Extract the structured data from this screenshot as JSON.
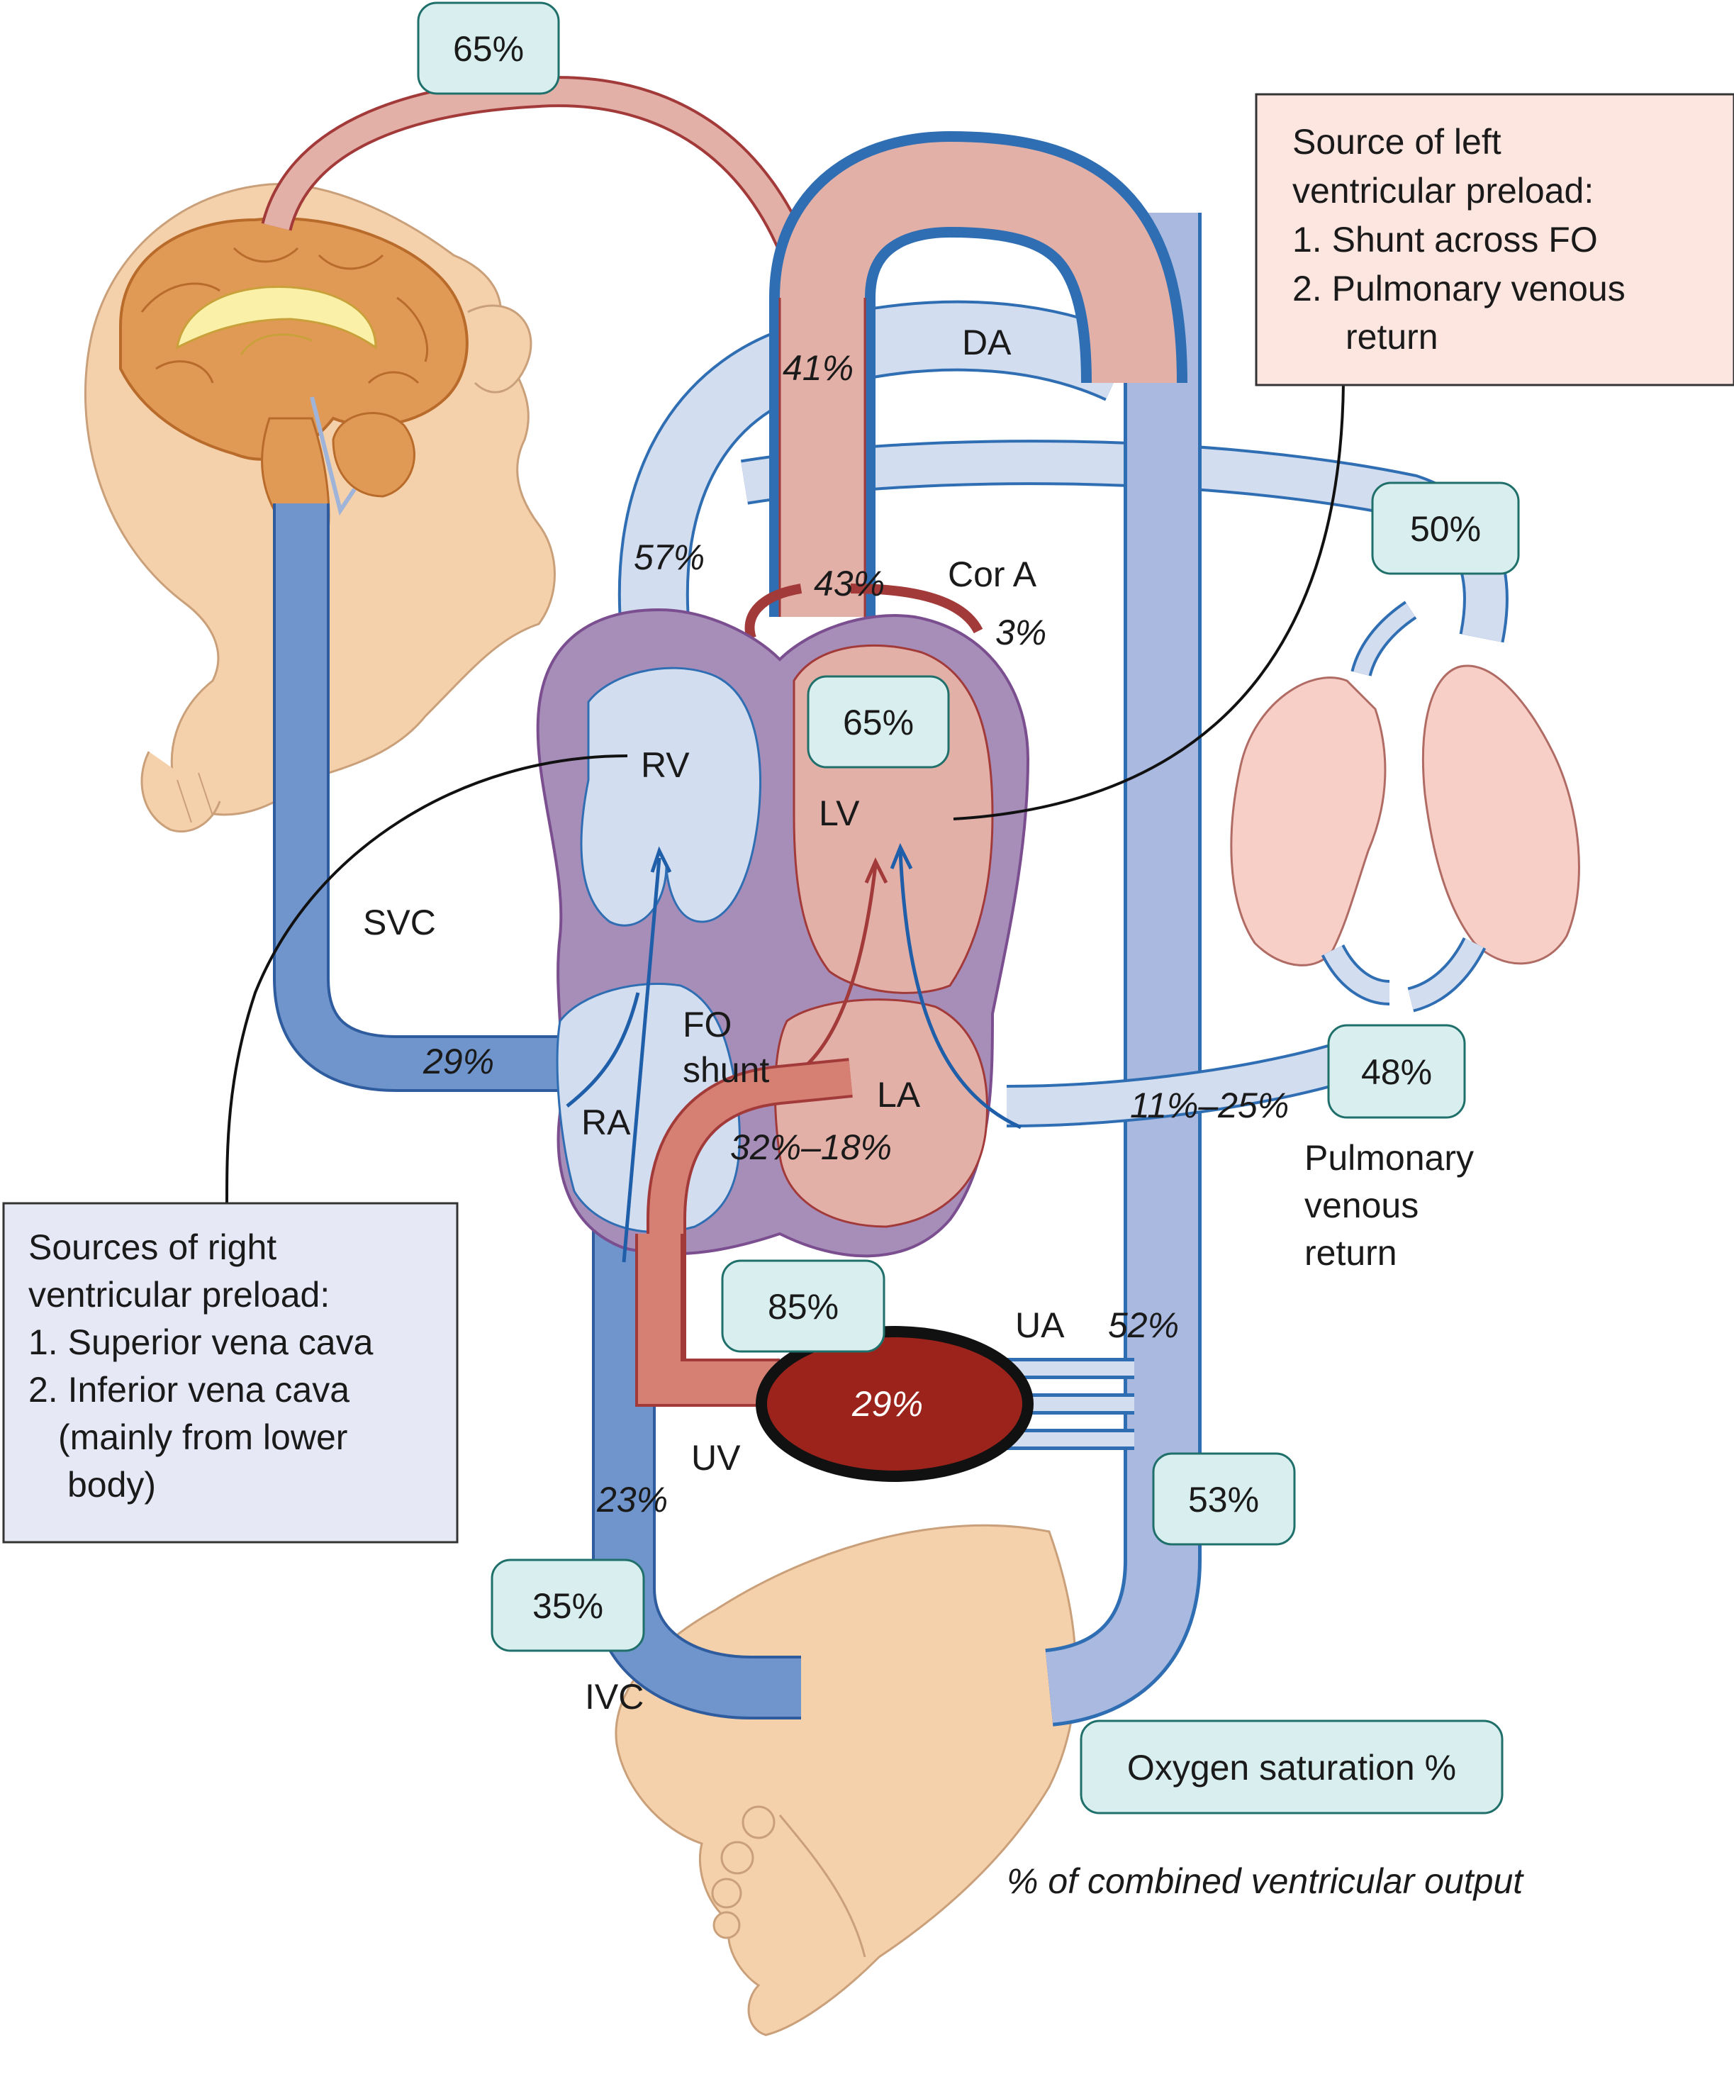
{
  "saturation": {
    "head": "65%",
    "lung_art": "50%",
    "lv": "65%",
    "pulm_vein": "48%",
    "placenta_uv": "85%",
    "dao": "53%",
    "ivc": "35%"
  },
  "flow": {
    "da": "41%",
    "pa": "57%",
    "aorta": "43%",
    "coronary": "3%",
    "svc": "29%",
    "fo": "32%–18%",
    "pulm_venous": "11%–25%",
    "ua": "52%",
    "placenta": "29%",
    "ivc": "23%"
  },
  "labels": {
    "da": "DA",
    "cor_a": "Cor A",
    "rv": "RV",
    "lv": "LV",
    "ra": "RA",
    "la": "LA",
    "svc": "SVC",
    "ivc": "IVC",
    "fo_1": "FO",
    "fo_2": "shunt",
    "ua": "UA",
    "uv": "UV",
    "pulm_1": "Pulmonary",
    "pulm_2": "venous",
    "pulm_3": "return"
  },
  "left_box": {
    "line1": "Source of left",
    "line2": "ventricular preload:",
    "line3": "1. Shunt across FO",
    "line4": "2. Pulmonary venous",
    "line5": "return"
  },
  "right_box": {
    "line1": "Sources of right",
    "line2": "ventricular preload:",
    "line3": "1. Superior vena cava",
    "line4": "2. Inferior vena cava",
    "line5": "(mainly from lower",
    "line6": "body)"
  },
  "legend": {
    "saturation": "Oxygen saturation %",
    "output": "% of combined ventricular output"
  },
  "colors": {
    "oxygenated": "#e3b0a8",
    "deoxygenated": "#6f95cc",
    "mixed": "#a9b9df",
    "pulmonary": "#d3ddf0",
    "placenta": "#9b231b",
    "heart_wall": "#a78eb9",
    "skin": "#f5d1ab",
    "saturation_box": "#d9eeee"
  }
}
